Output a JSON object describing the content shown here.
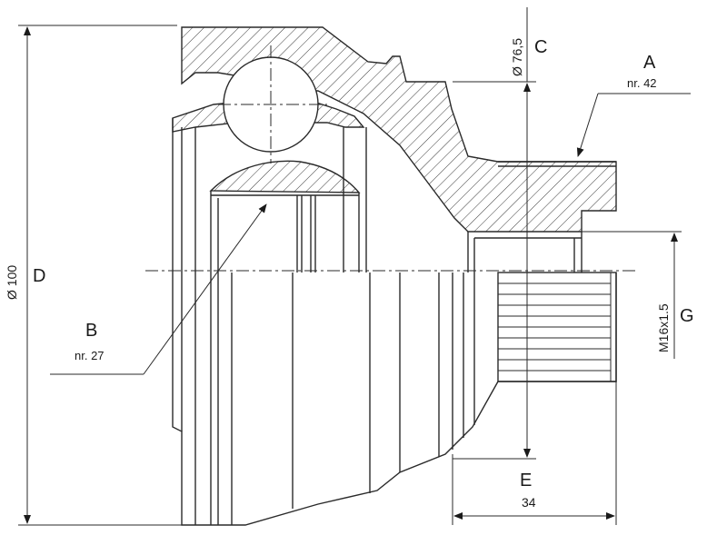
{
  "labels": {
    "A": {
      "letter": "A",
      "note": "nr. 42"
    },
    "B": {
      "letter": "B",
      "note": "nr. 27"
    },
    "C": {
      "letter": "C",
      "dim": "Ø 76,5"
    },
    "D": {
      "letter": "D",
      "dim": "Ø 100"
    },
    "E": {
      "letter": "E",
      "dim": "34"
    },
    "G": {
      "letter": "G",
      "dim": "M16x1.5"
    }
  }
}
